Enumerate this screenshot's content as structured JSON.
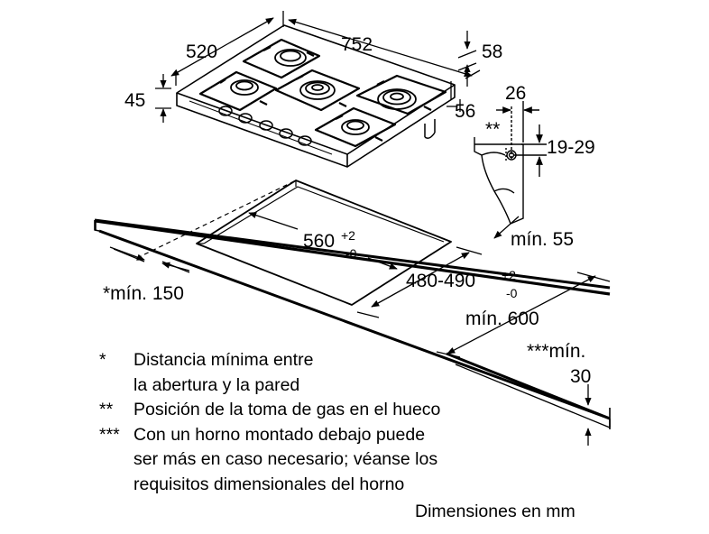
{
  "diagram": {
    "dimensions": {
      "width_hob": "752",
      "depth_hob": "520",
      "height_hob": "45",
      "rear_gap": "58",
      "front_gap": "56",
      "gas_inlet_offset": "26",
      "gas_inlet_height": "19-29",
      "gas_inlet_marker": "**",
      "rear_clearance": "mín. 55",
      "wall_distance": "*mín. 150",
      "cutout_width_main": "560",
      "cutout_width_tol_plus": "+2",
      "cutout_width_tol_minus": "-0",
      "cutout_depth_main": "480-490",
      "cutout_depth_tol_plus": "+2",
      "cutout_depth_tol_minus": "-0",
      "worktop_depth": "mín. 600",
      "worktop_thickness_label": "***mín.",
      "worktop_thickness_value": "30"
    },
    "notes": [
      {
        "symbol": "*",
        "text": "Distancia mínima entre\nla abertura y la pared"
      },
      {
        "symbol": "**",
        "text": "Posición de la toma de gas en el hueco"
      },
      {
        "symbol": "***",
        "text": "Con un horno montado debajo puede\nser más en caso necesario; véanse los\nrequisitos dimensionales del horno"
      }
    ],
    "units_caption": "Dimensiones en mm"
  }
}
